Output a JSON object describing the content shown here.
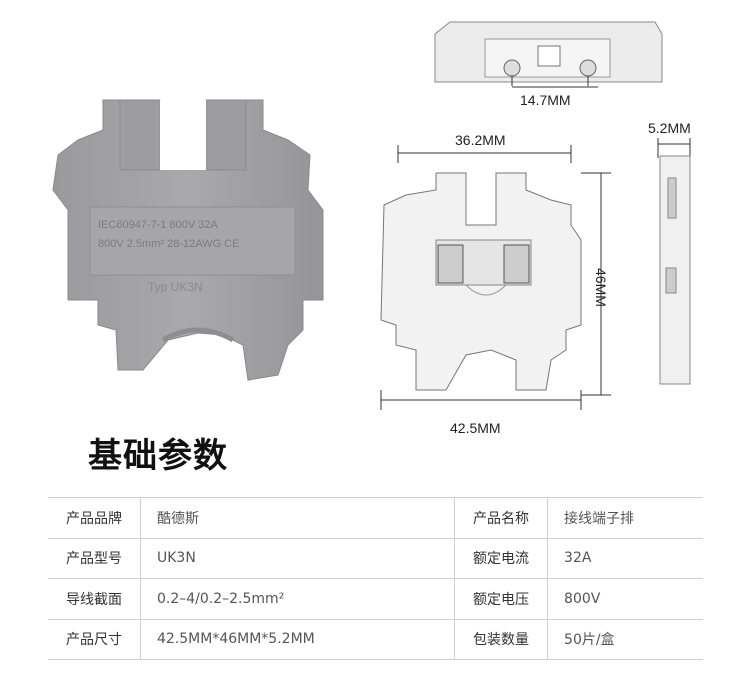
{
  "diagram": {
    "dim_top_width": "14.7MM",
    "dim_thickness": "5.2MM",
    "dim_width_upper": "36.2MM",
    "dim_height": "46MM",
    "dim_width_lower": "42.5MM",
    "photo_marking_line1": "IEC60947-7-1   800V  32A",
    "photo_marking_line2": "800V  2.5mm²  28-12AWG CE",
    "photo_model": "Typ  UK3N"
  },
  "section_title": "基础参数",
  "specs": [
    {
      "k1": "产品品牌",
      "v1": "酷德斯",
      "k2": "产品名称",
      "v2": "接线端子排"
    },
    {
      "k1": "产品型号",
      "v1": "UK3N",
      "k2": "额定电流",
      "v2": "32A"
    },
    {
      "k1": "导线截面",
      "v1": "0.2–4/0.2–2.5mm²",
      "k2": "额定电压",
      "v2": "800V"
    },
    {
      "k1": "产品尺寸",
      "v1": "42.5MM*46MM*5.2MM",
      "k2": "包装数量",
      "v2": "50片/盒"
    }
  ]
}
